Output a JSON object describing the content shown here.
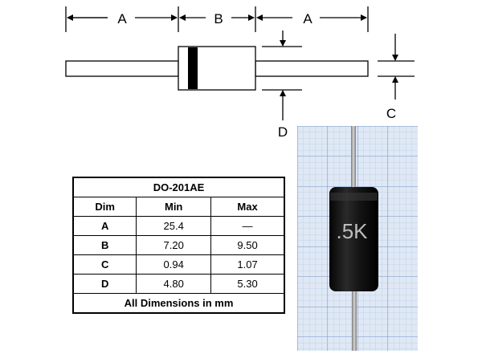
{
  "diagram": {
    "labels": {
      "lead_length_left": "A",
      "body_length": "B",
      "lead_length_right": "A",
      "lead_diameter": "C",
      "body_diameter": "D"
    }
  },
  "table": {
    "title": "DO-201AE",
    "headers": [
      "Dim",
      "Min",
      "Max"
    ],
    "rows": [
      {
        "dim": "A",
        "min": "25.4",
        "max": "—"
      },
      {
        "dim": "B",
        "min": "7.20",
        "max": "9.50"
      },
      {
        "dim": "C",
        "min": "0.94",
        "max": "1.07"
      },
      {
        "dim": "D",
        "min": "4.80",
        "max": "5.30"
      }
    ],
    "footer": "All Dimensions in mm"
  },
  "photo": {
    "marking": ".5K",
    "colors": {
      "grid_background": "#dfe8f4",
      "grid_line": "#8fb0dc",
      "body": "#141414",
      "lead": "#a8a8a8"
    }
  }
}
